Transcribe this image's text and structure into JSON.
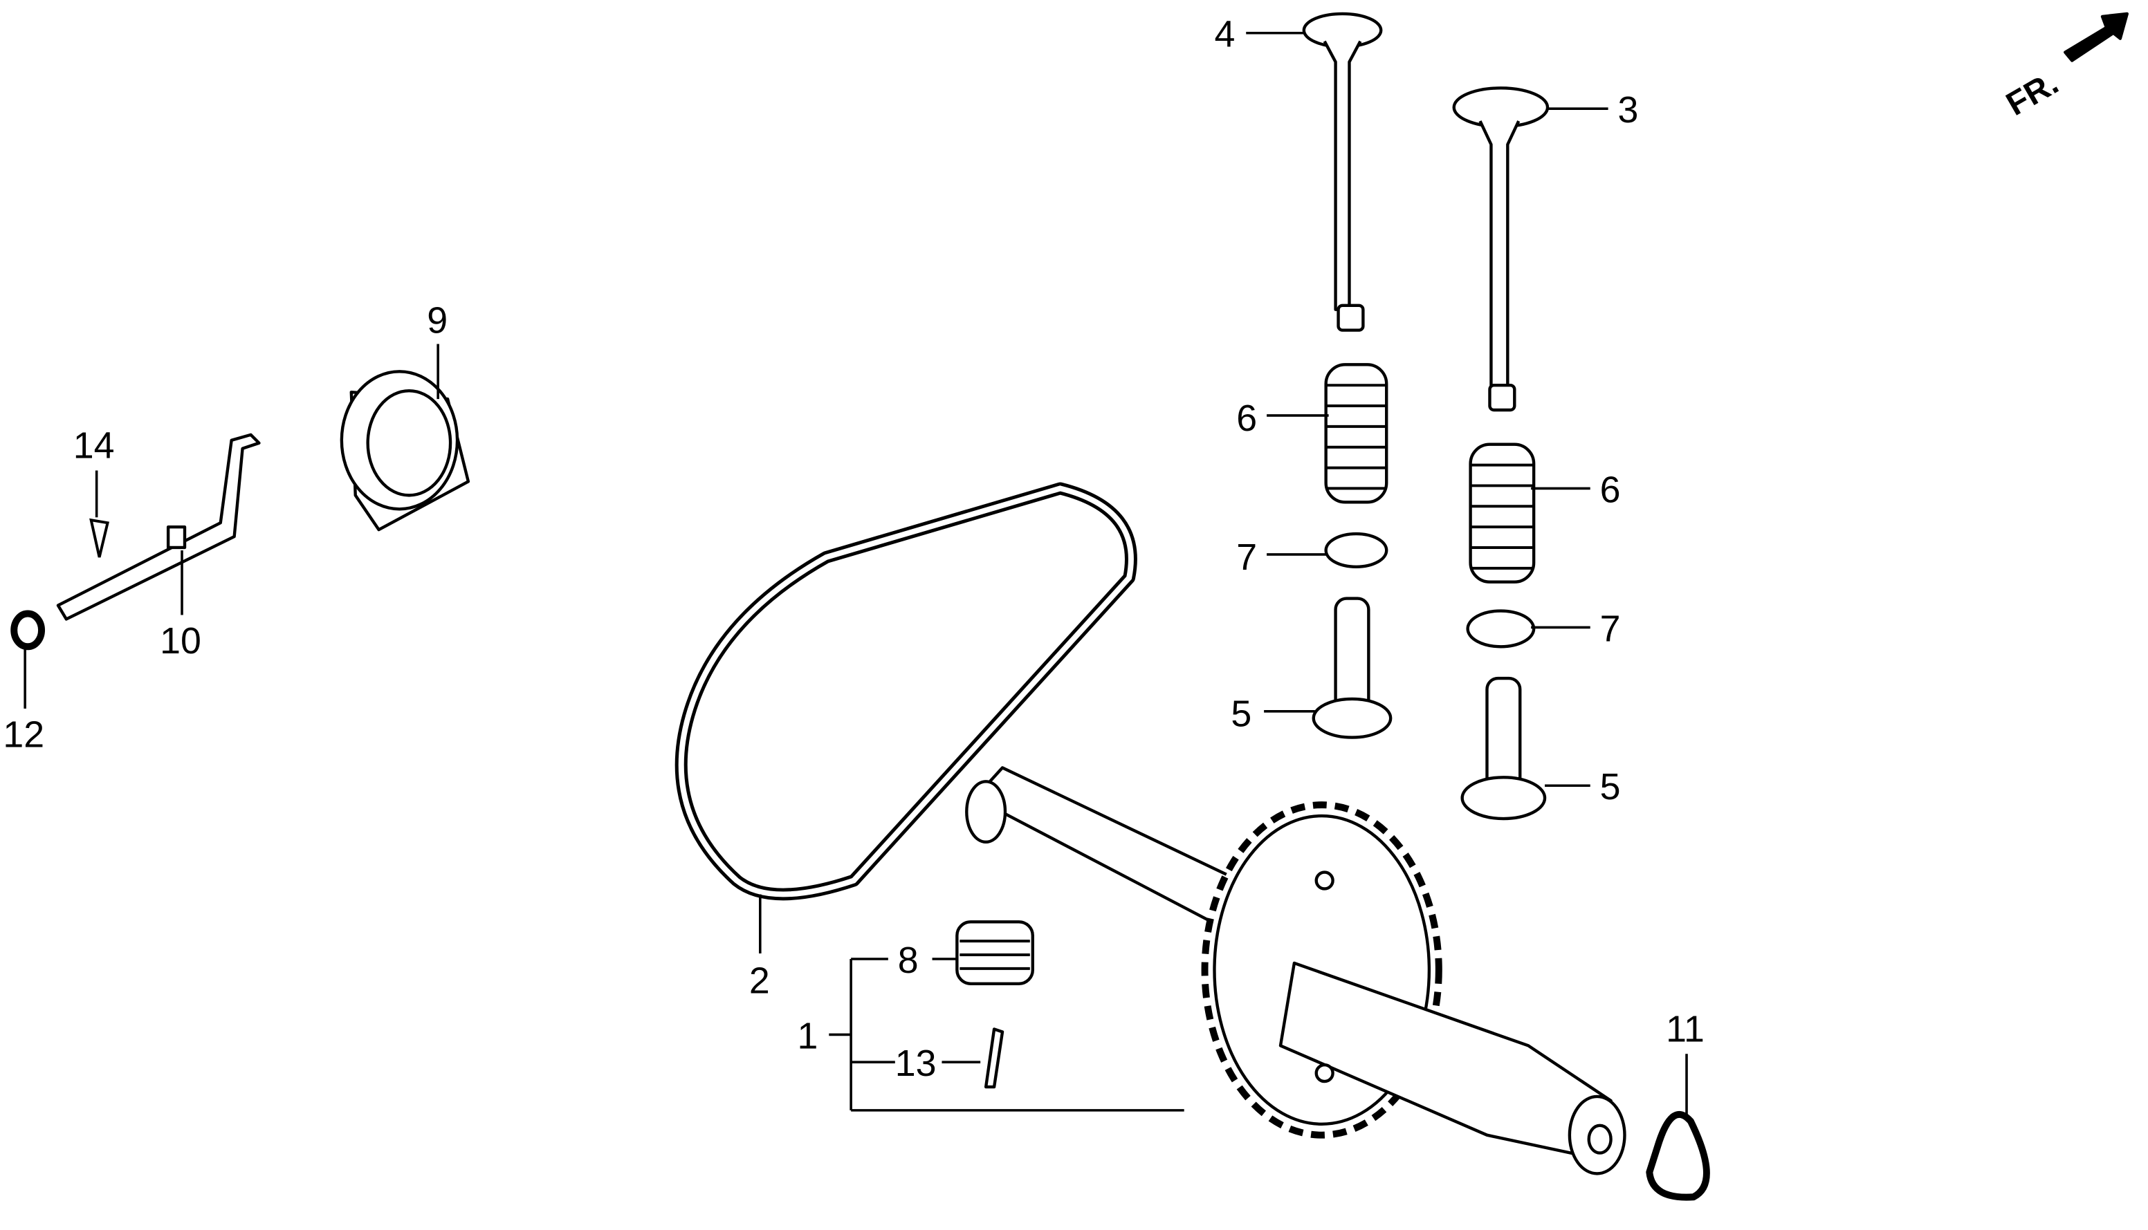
{
  "diagram": {
    "direction_label": "FR.",
    "callouts": {
      "c1": "1",
      "c2": "2",
      "c3": "3",
      "c4": "4",
      "c5a": "5",
      "c5b": "5",
      "c6a": "6",
      "c6b": "6",
      "c7a": "7",
      "c7b": "7",
      "c8": "8",
      "c9": "9",
      "c10": "10",
      "c11": "11",
      "c12": "12",
      "c13": "13",
      "c14": "14"
    }
  }
}
